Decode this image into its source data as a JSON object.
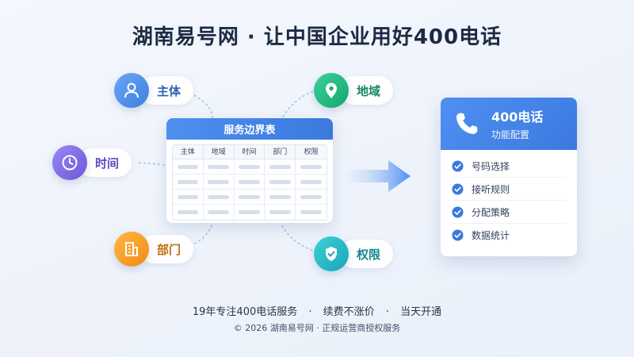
{
  "title": "湖南易号网 · 让中国企业用好400电话",
  "nodes": {
    "subject": {
      "label": "主体",
      "icon": "user-icon"
    },
    "region": {
      "label": "地域",
      "icon": "location-pin-icon"
    },
    "time": {
      "label": "时间",
      "icon": "clock-icon"
    },
    "department": {
      "label": "部门",
      "icon": "building-icon"
    },
    "permission": {
      "label": "权限",
      "icon": "shield-check-icon"
    }
  },
  "table": {
    "title": "服务边界表",
    "headers": [
      "主体",
      "地域",
      "时间",
      "部门",
      "权限"
    ]
  },
  "phone_card": {
    "title": "400电话",
    "subtitle": "功能配置",
    "features": [
      "号码选择",
      "接听规则",
      "分配策略",
      "数据统计"
    ]
  },
  "footer": {
    "items": [
      "19年专注400电话服务",
      "续费不涨价",
      "当天开通"
    ],
    "separator": "·",
    "copyright": "© 2026 湖南易号网 · 正规运营商授权服务"
  },
  "colors": {
    "accent_blue": "#3b79de",
    "green": "#12a86f",
    "purple": "#6c58d9",
    "orange": "#f28c18",
    "teal": "#18a6b8"
  }
}
